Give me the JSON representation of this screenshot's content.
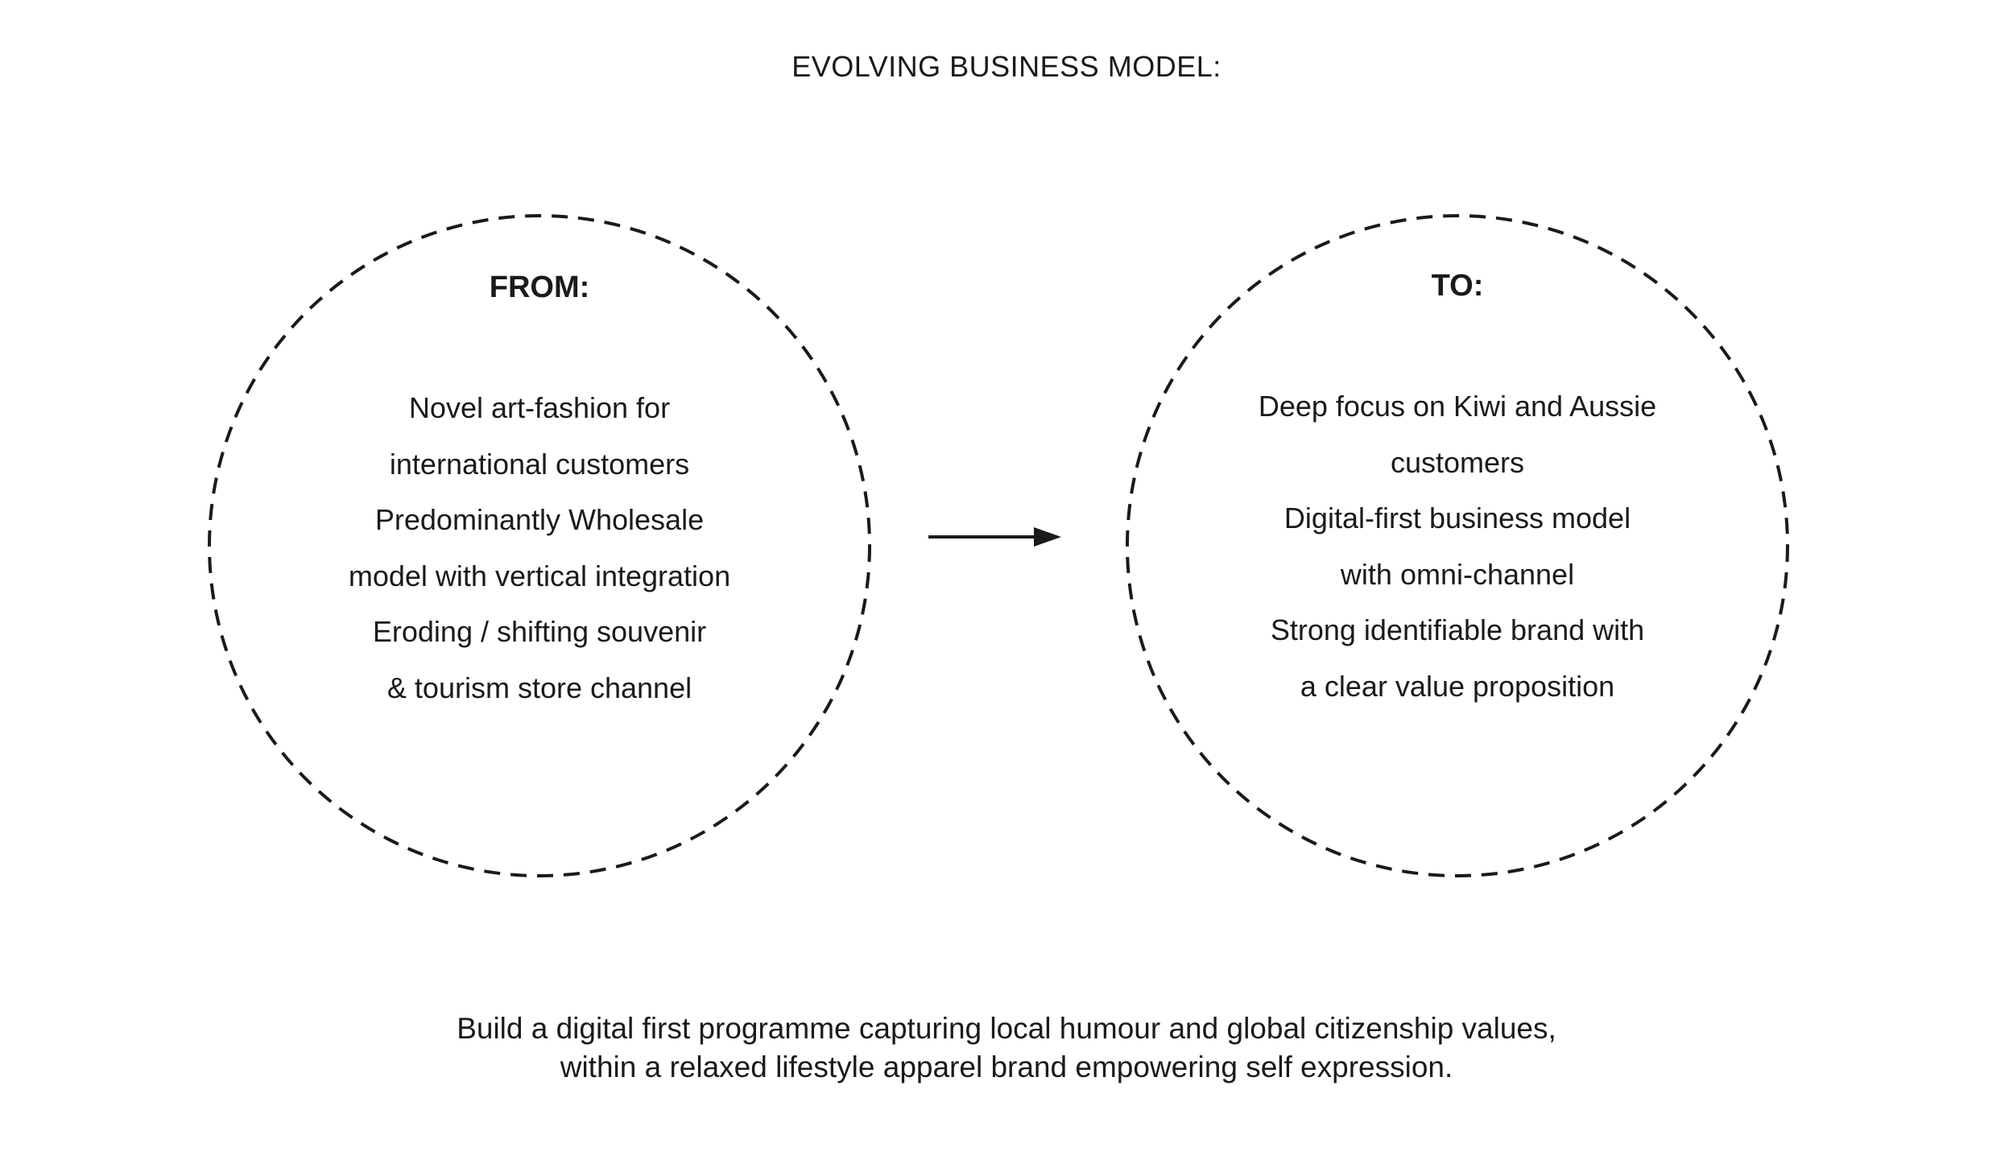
{
  "title": "EVOLVING BUSINESS MODEL:",
  "from": {
    "heading": "FROM:",
    "lines": [
      "Novel art-fashion for",
      "international customers",
      "Predominantly Wholesale",
      "model with vertical integration",
      "Eroding / shifting souvenir",
      "& tourism store channel\u0012"
    ]
  },
  "to": {
    "heading": "TO:",
    "lines": [
      "Deep focus on Kiwi and Aussie",
      "customers",
      "Digital-first business model",
      "with omni-channel",
      "Strong identifiable brand with",
      "a clear value proposition"
    ]
  },
  "tagline": [
    "Build a digital first programme capturing local humour and global citizenship values,",
    "within a relaxed lifestyle apparel brand empowering self expression."
  ],
  "colors": {
    "stroke": "#1a1a1a",
    "text": "#1a1a1a",
    "background": "#ffffff"
  }
}
